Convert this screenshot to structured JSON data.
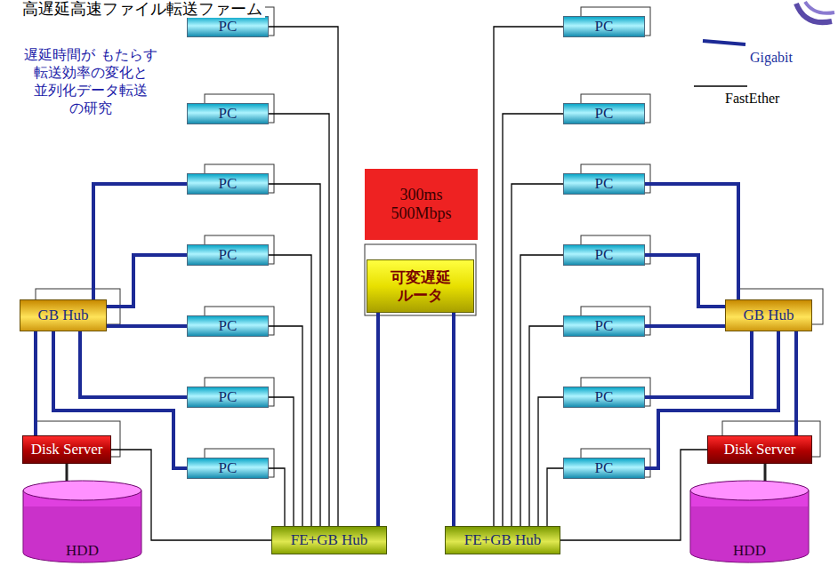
{
  "diagram": {
    "title": "高遅延高速ファイル転送ファーム",
    "nodes": [
      {
        "text": [
          "PC"
        ]
      },
      {
        "text": [
          "PC"
        ]
      },
      {
        "text": [
          "PC"
        ]
      },
      {
        "text": [
          "PC"
        ]
      },
      {
        "text": [
          "PC"
        ]
      },
      {
        "text": [
          "PC"
        ]
      },
      {
        "text": [
          "PC"
        ]
      },
      {
        "text": [
          "GB Hub"
        ]
      },
      {
        "text": [
          "Disk Server"
        ]
      },
      {
        "text": [
          "HDD"
        ]
      },
      {
        "text": [
          "FE+GB Hub"
        ]
      },
      {
        "text": [
          "300ms 500Mbps"
        ]
      },
      {
        "text": [
          "可変遅延 ルータ"
        ]
      },
      {
        "text": [
          "FE+GB Hub"
        ]
      },
      {
        "text": [
          "PC"
        ]
      },
      {
        "text": [
          "PC"
        ]
      },
      {
        "text": [
          "PC"
        ]
      },
      {
        "text": [
          "PC"
        ]
      },
      {
        "text": [
          "PC"
        ]
      },
      {
        "text": [
          "PC"
        ]
      },
      {
        "text": [
          "PC"
        ]
      },
      {
        "text": [
          "GB Hub"
        ]
      },
      {
        "text": [
          "Disk Server"
        ]
      },
      {
        "text": [
          "HDD"
        ]
      }
    ],
    "edges": [
      {
        "from": 0,
        "to": 10,
        "arrow": "none"
      },
      {
        "from": 1,
        "to": 10,
        "arrow": "none"
      },
      {
        "from": 2,
        "to": 10,
        "arrow": "none"
      },
      {
        "from": 3,
        "to": 10,
        "arrow": "none"
      },
      {
        "from": 4,
        "to": 10,
        "arrow": "none"
      },
      {
        "from": 5,
        "to": 10,
        "arrow": "none"
      },
      {
        "from": 6,
        "to": 10,
        "arrow": "none"
      },
      {
        "from": 8,
        "to": 10,
        "arrow": "none"
      },
      {
        "from": 7,
        "to": 2,
        "arrow": "none"
      },
      {
        "from": 7,
        "to": 3,
        "arrow": "none"
      },
      {
        "from": 7,
        "to": 4,
        "arrow": "none"
      },
      {
        "from": 7,
        "to": 5,
        "arrow": "none"
      },
      {
        "from": 7,
        "to": 6,
        "arrow": "none"
      },
      {
        "from": 7,
        "to": 8,
        "arrow": "none"
      },
      {
        "from": 8,
        "to": 9,
        "arrow": "none"
      },
      {
        "from": 12,
        "to": 10,
        "arrow": "none"
      },
      {
        "from": 12,
        "to": 13,
        "arrow": "none"
      },
      {
        "from": 14,
        "to": 13,
        "arrow": "none"
      },
      {
        "from": 15,
        "to": 13,
        "arrow": "none"
      },
      {
        "from": 16,
        "to": 13,
        "arrow": "none"
      },
      {
        "from": 17,
        "to": 13,
        "arrow": "none"
      },
      {
        "from": 18,
        "to": 13,
        "arrow": "none"
      },
      {
        "from": 19,
        "to": 13,
        "arrow": "none"
      },
      {
        "from": 20,
        "to": 13,
        "arrow": "none"
      },
      {
        "from": 22,
        "to": 13,
        "arrow": "none"
      },
      {
        "from": 21,
        "to": 16,
        "arrow": "none"
      },
      {
        "from": 21,
        "to": 17,
        "arrow": "none"
      },
      {
        "from": 21,
        "to": 18,
        "arrow": "none"
      },
      {
        "from": 21,
        "to": 19,
        "arrow": "none"
      },
      {
        "from": 21,
        "to": 20,
        "arrow": "none"
      },
      {
        "from": 21,
        "to": 22,
        "arrow": "none"
      },
      {
        "from": 22,
        "to": 23,
        "arrow": "none"
      }
    ],
    "labels": [
      "遅延時間が もたらす 転送効率の変化と 並列化データ転送 の研究"
    ],
    "legend": [
      {
        "text": "Gigabit"
      },
      {
        "text": "FastEther"
      }
    ]
  }
}
